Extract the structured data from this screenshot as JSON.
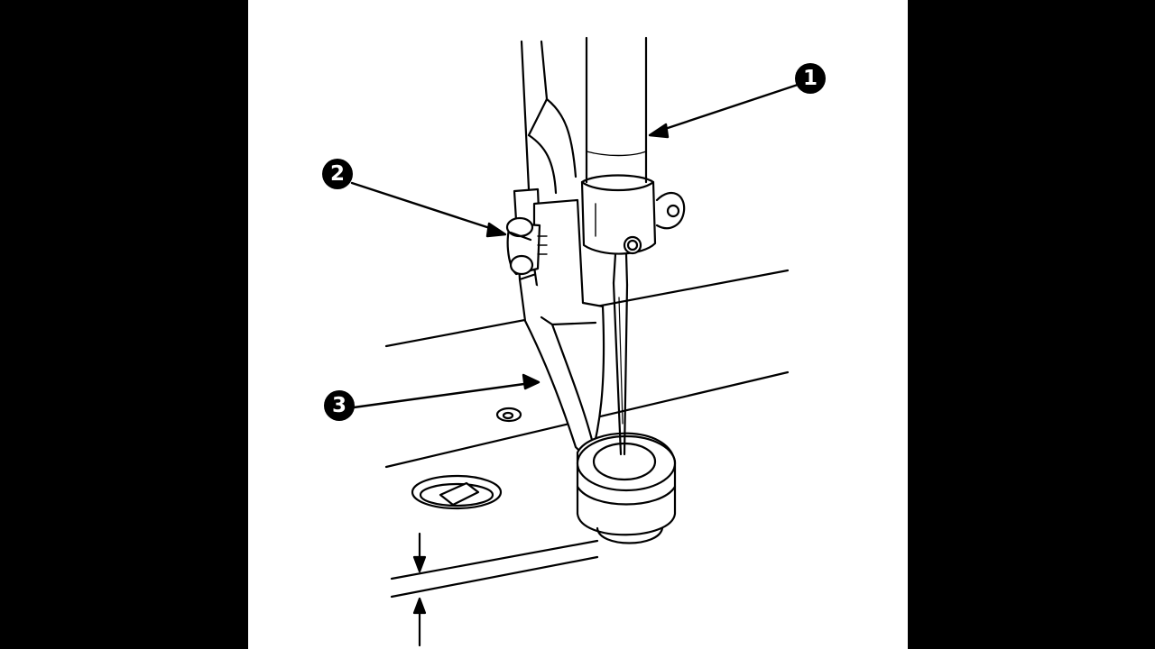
{
  "figure": {
    "background": "#000000",
    "panel_background": "#ffffff",
    "ink_color": "#000000",
    "callouts": [
      {
        "id": "1",
        "label": "1",
        "target": "needle-bar"
      },
      {
        "id": "2",
        "label": "2",
        "target": "presser-foot-screw"
      },
      {
        "id": "3",
        "label": "3",
        "target": "presser-foot"
      }
    ],
    "has_clearance_dimension": true
  }
}
